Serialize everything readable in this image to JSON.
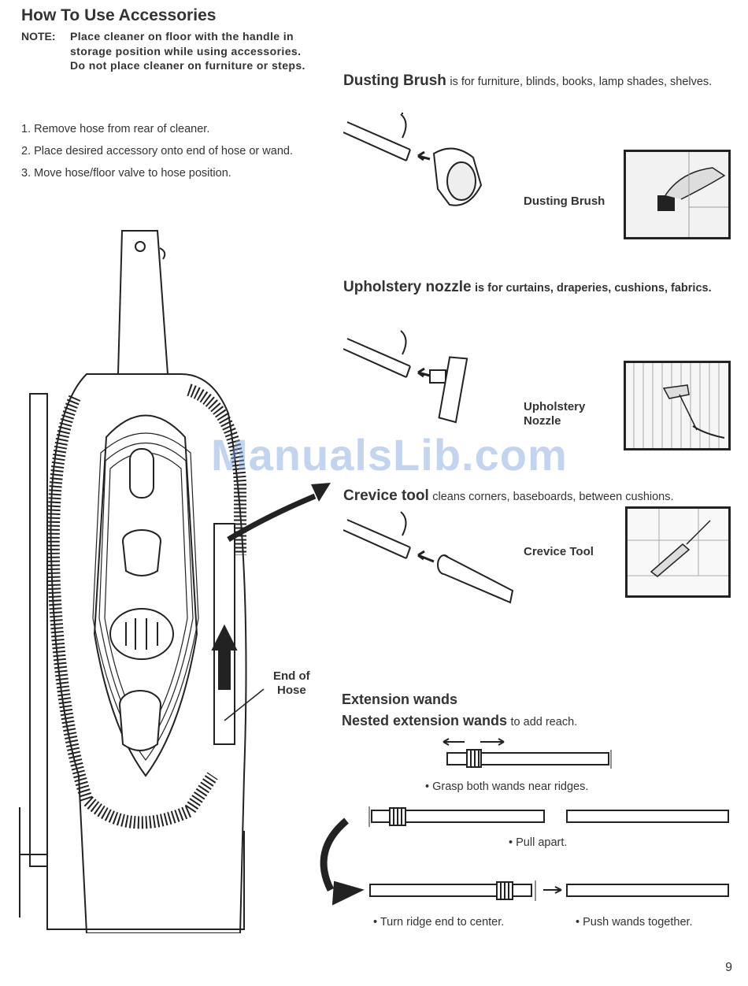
{
  "header": {
    "title": "How To Use Accessories",
    "note_label": "NOTE:",
    "note_text": "Place cleaner on floor with the handle in storage position while using accessories. Do not place cleaner on furniture or steps."
  },
  "steps": [
    "1. Remove hose from rear of cleaner.",
    "2. Place desired accessory onto end of hose or wand.",
    "3. Move hose/floor valve to hose position."
  ],
  "vacuum": {
    "end_of_hose_line1": "End of",
    "end_of_hose_line2": "Hose"
  },
  "dusting": {
    "heading": "Dusting Brush",
    "desc": "is for furniture, blinds, books, lamp shades, shelves.",
    "label": "Dusting Brush"
  },
  "upholstery": {
    "heading": "Upholstery nozzle",
    "desc": "is for curtains, draperies, cushions, fabrics.",
    "label_line1": "Upholstery",
    "label_line2": "Nozzle"
  },
  "crevice": {
    "heading": "Crevice tool",
    "desc": "cleans corners, baseboards, between cushions.",
    "label": "Crevice Tool"
  },
  "wands": {
    "heading": "Extension wands",
    "subheading": "Nested extension wands",
    "subdesc": "to add reach.",
    "bullet_grasp": "Grasp both wands near ridges.",
    "bullet_pull": "Pull apart.",
    "bullet_turn": "Turn ridge end to center.",
    "bullet_push": "Push wands together."
  },
  "watermark": "ManualsLib.com",
  "page_number": "9"
}
